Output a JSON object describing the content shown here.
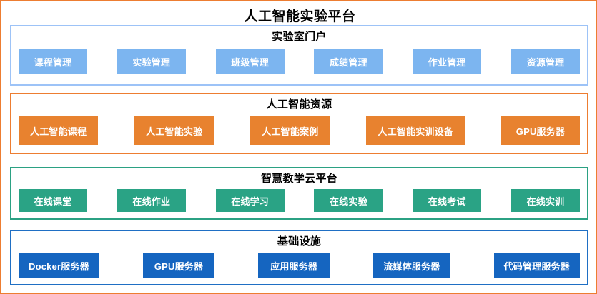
{
  "root_title": "人工智能实验平台",
  "frame_color": "#ED7D31",
  "layers": [
    {
      "key": "portal",
      "title": "实验室门户",
      "border_color": "#9DC3F7",
      "chip_color": "#7CB5F0",
      "chips": [
        "课程管理",
        "实验管理",
        "班级管理",
        "成绩管理",
        "作业管理",
        "资源管理"
      ]
    },
    {
      "key": "resources",
      "title": "人工智能资源",
      "border_color": "#ED7D31",
      "chip_color": "#E8822F",
      "chips": [
        "人工智能课程",
        "人工智能实验",
        "人工智能案例",
        "人工智能实训设备",
        "GPU服务器"
      ]
    },
    {
      "key": "cloud",
      "title": "智慧教学云平台",
      "border_color": "#2BA183",
      "chip_color": "#2AA385",
      "chips": [
        "在线课堂",
        "在线作业",
        "在线学习",
        "在线实验",
        "在线考试",
        "在线实训"
      ]
    },
    {
      "key": "infra",
      "title": "基础设施",
      "border_color": "#1F6FC4",
      "chip_color": "#1565C0",
      "chips": [
        "Docker服务器",
        "GPU服务器",
        "应用服务器",
        "流媒体服务器",
        "代码管理服务器"
      ]
    }
  ]
}
